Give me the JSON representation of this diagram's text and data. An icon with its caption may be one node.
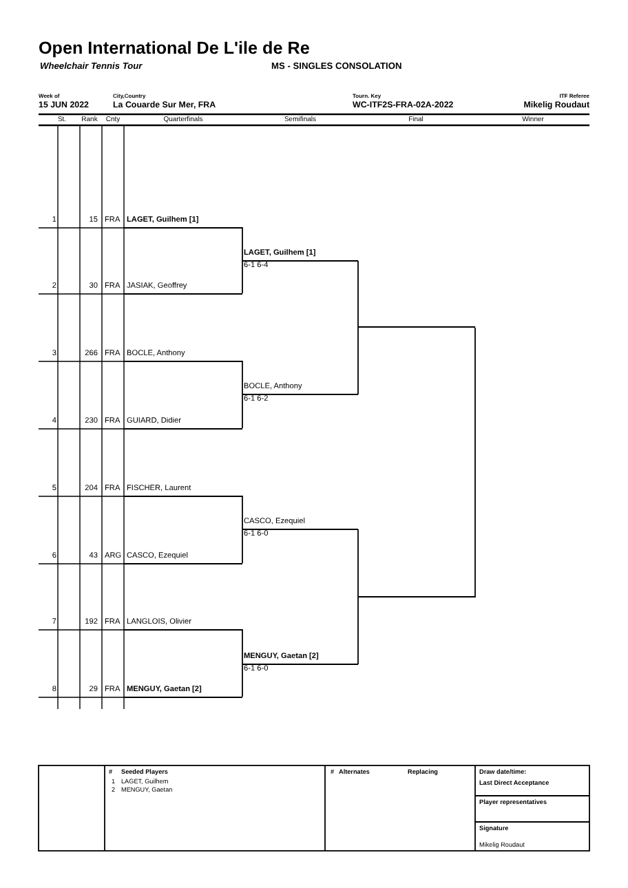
{
  "diagram": {
    "title": "Open International De L'ile de Re",
    "nodes": [
      {
        "text": [
          "LAGET, Guilhem [1]"
        ]
      },
      {
        "text": [
          "JASIAK, Geoffrey"
        ]
      },
      {
        "text": [
          "BOCLE, Anthony"
        ]
      },
      {
        "text": [
          "GUIARD, Didier"
        ]
      },
      {
        "text": [
          "FISCHER, Laurent"
        ]
      },
      {
        "text": [
          "CASCO, Ezequiel"
        ]
      },
      {
        "text": [
          "LANGLOIS, Olivier"
        ]
      },
      {
        "text": [
          "MENGUY, Gaetan [2]"
        ]
      },
      {
        "text": [
          "LAGET, Guilhem [1]",
          "6-1 6-4"
        ]
      },
      {
        "text": [
          "BOCLE, Anthony",
          "6-1 6-2"
        ]
      },
      {
        "text": [
          "CASCO, Ezequiel",
          "6-1 6-0"
        ]
      },
      {
        "text": [
          "MENGUY, Gaetan [2]",
          "6-1 6-0"
        ]
      },
      {
        "text": [],
        "shape": "bar"
      },
      {
        "text": [],
        "shape": "bar"
      }
    ],
    "edges": [
      {
        "from": 0,
        "to": 8,
        "arrow": "none"
      },
      {
        "from": 1,
        "to": 8,
        "arrow": "none"
      },
      {
        "from": 2,
        "to": 9,
        "arrow": "none"
      },
      {
        "from": 3,
        "to": 9,
        "arrow": "none"
      },
      {
        "from": 4,
        "to": 10,
        "arrow": "none"
      },
      {
        "from": 5,
        "to": 10,
        "arrow": "none"
      },
      {
        "from": 6,
        "to": 11,
        "arrow": "none"
      },
      {
        "from": 7,
        "to": 11,
        "arrow": "none"
      },
      {
        "from": 8,
        "to": 12,
        "arrow": "none"
      },
      {
        "from": 9,
        "to": 12,
        "arrow": "none"
      },
      {
        "from": 10,
        "to": 13,
        "arrow": "none"
      },
      {
        "from": 11,
        "to": 13,
        "arrow": "none"
      },
      {
        "from": 12,
        "to": 13,
        "arrow": "none"
      }
    ],
    "labels": [
      "Wheelchair Tennis Tour",
      "MS - SINGLES CONSOLATION",
      "Week of",
      "City,Country",
      "Tourn. Key",
      "ITF Referee",
      "15 JUN 2022",
      "La Couarde Sur Mer, FRA",
      "WC-ITF2S-FRA-02A-2022",
      "Mikelig Roudaut",
      "St.",
      "Rank",
      "Cnty",
      "Quarterfinals",
      "Semifinals",
      "Final",
      "Winner",
      "1",
      "15",
      "FRA",
      "2",
      "30",
      "FRA",
      "3",
      "266",
      "FRA",
      "4",
      "230",
      "FRA",
      "5",
      "204",
      "FRA",
      "6",
      "43",
      "ARG",
      "7",
      "192",
      "FRA",
      "8",
      "29",
      "FRA",
      "#",
      "Seeded Players",
      "1",
      "LAGET, Guilhem",
      "2",
      "MENGUY, Gaetan",
      "#",
      "Alternates",
      "Replacing",
      "Draw date/time:",
      "Last Direct Acceptance",
      "Player representatives",
      "Signature",
      "Mikelig Roudaut"
    ]
  }
}
